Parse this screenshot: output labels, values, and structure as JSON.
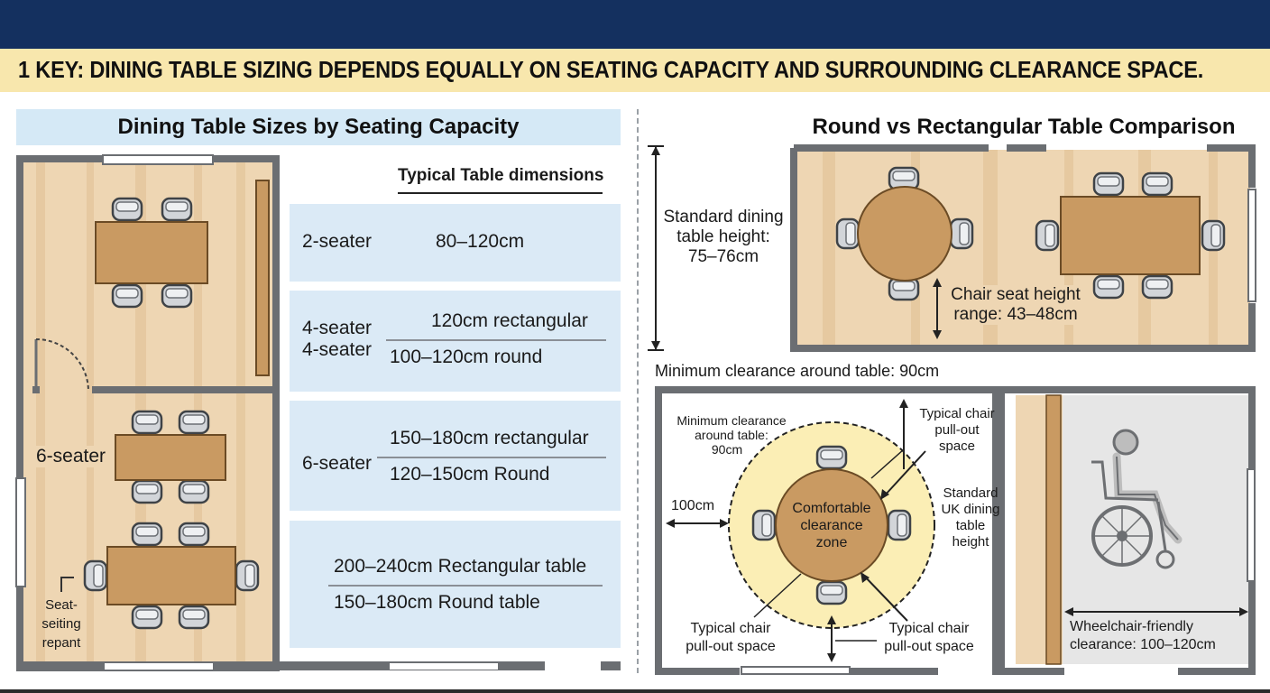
{
  "key_banner": "1 KEY: DINING TABLE SIZING DEPENDS EQUALLY ON SEATING CAPACITY AND SURROUNDING CLEARANCE SPACE.",
  "left_panel": {
    "title": "Dining Table Sizes by Seating Capacity",
    "table_header": "Typical Table dimensions",
    "rows": [
      {
        "seats": "2-seater",
        "dims": "80–120cm"
      },
      {
        "seats_a": "4-seater",
        "seats_b": "4-seater",
        "dim_a": "120cm rectangular",
        "dim_b": "100–120cm round"
      },
      {
        "seats": "6-seater",
        "dim_a": "150–180cm rectangular",
        "dim_b": "120–150cm Round"
      },
      {
        "dim_a": "200–240cm Rectangular table",
        "dim_b": "150–180cm Round table"
      }
    ],
    "plan_labels": {
      "six_seater": "6-seater",
      "seat_note": [
        "Seat-",
        "seiting",
        "repant"
      ]
    }
  },
  "right_panel": {
    "title": "Round vs Rectangular Table Comparison",
    "table_height": [
      "Standard dining",
      "table height:",
      "75–76cm"
    ],
    "chair_seat_height": [
      "Chair seat height",
      "range: 43–48cm"
    ],
    "min_clearance": "Minimum clearance around table: 90cm",
    "clearance_diagram": {
      "min_clearance_note": [
        "Minimum clearance",
        "around table:",
        "90cm"
      ],
      "width_100": "100cm",
      "zone": [
        "Comfortable",
        "clearance",
        "zone"
      ],
      "pull_out_top": [
        "Typical chair",
        "pull-out",
        "space"
      ],
      "uk_height": [
        "Standard",
        "UK dining",
        "table",
        "height"
      ],
      "pull_out_left": [
        "Typical chair",
        "pull-out space"
      ],
      "pull_out_right": [
        "Typical chair",
        "pull-out space"
      ],
      "wheelchair": [
        "Wheelchair-friendly",
        "clearance: 100–120cm"
      ]
    }
  },
  "colors": {
    "navy": "#14305f",
    "banner": "#f8e7ad",
    "panel_blue": "#d5e9f6",
    "table_wood": "#c99a62",
    "floor": "#ecd2ae",
    "wall": "#6b6e72",
    "zone_yellow": "#fbeeb5"
  },
  "icons": [
    "chair-icon",
    "wheelchair-icon",
    "door-swing-icon",
    "dimension-arrow-icon"
  ]
}
